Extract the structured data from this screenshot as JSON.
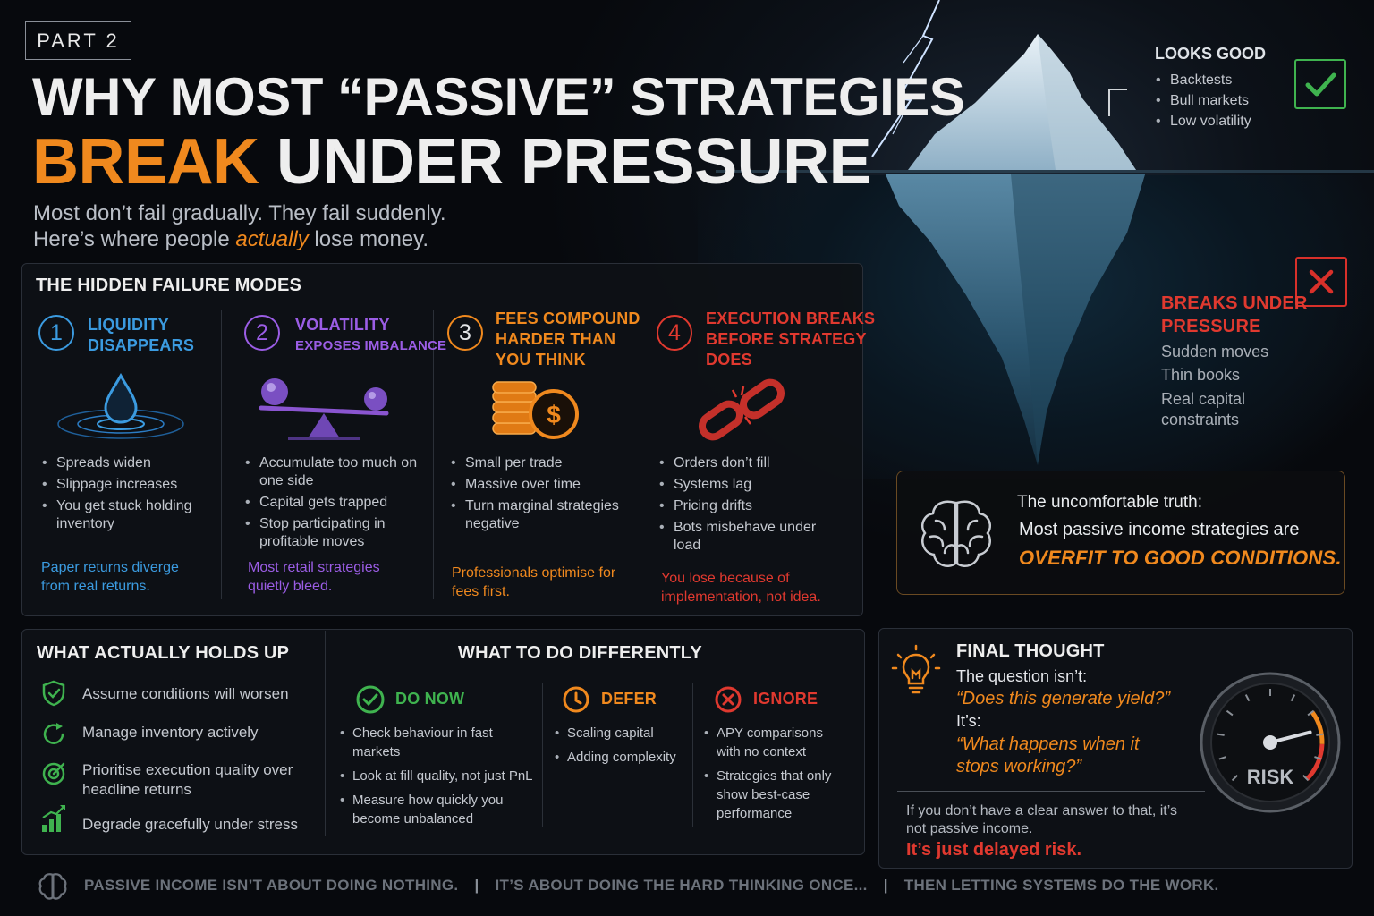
{
  "header": {
    "part": "PART 2",
    "title_line1": "WHY MOST “PASSIVE” STRATEGIES",
    "title_line2_highlight": "BREAK",
    "title_line2_rest": "UNDER PRESSURE",
    "subtitle_line1": "Most don’t fail gradually. They fail suddenly.",
    "subtitle_line2_pre": "Here’s where people ",
    "subtitle_line2_em": "actually",
    "subtitle_line2_post": " lose money."
  },
  "iceberg": {
    "looks_good_title": "LOOKS GOOD",
    "looks_good_items": [
      "Backtests",
      "Bull markets",
      "Low volatility"
    ],
    "breaks_title_1": "BREAKS UNDER",
    "breaks_title_2": "PRESSURE",
    "breaks_items": [
      "Sudden moves",
      "Thin books",
      "Real capital",
      "constraints"
    ]
  },
  "failure_modes": {
    "title": "THE HIDDEN FAILURE MODES",
    "columns": [
      {
        "number": "1",
        "head_1": "LIQUIDITY",
        "head_2": "DISAPPEARS",
        "head_3": "",
        "icon": "water-drop-icon",
        "bullets": [
          "Spreads widen",
          "Slippage increases",
          "You get stuck holding inventory"
        ],
        "note": "Paper returns diverge from real returns.",
        "color": "#3b9be0"
      },
      {
        "number": "2",
        "head_1": "VOLATILITY",
        "head_2": "EXPOSES IMBALANCE",
        "head_3": "",
        "icon": "seesaw-icon",
        "bullets": [
          "Accumulate too much on one side",
          "Capital gets trapped",
          "Stop participating in profitable moves"
        ],
        "note": "Most retail strategies quietly bleed.",
        "color": "#9b5de5"
      },
      {
        "number": "3",
        "head_1": "FEES COMPOUND",
        "head_2": "HARDER THAN",
        "head_3": "YOU THINK",
        "icon": "coins-icon",
        "bullets": [
          "Small per trade",
          "Massive over time",
          "Turn marginal strategies negative"
        ],
        "note": "Professionals optimise for fees first.",
        "color": "#f0891e"
      },
      {
        "number": "4",
        "head_1": "EXECUTION BREAKS",
        "head_2": "BEFORE STRATEGY",
        "head_3": "DOES",
        "icon": "broken-chain-icon",
        "bullets": [
          "Orders don’t fill",
          "Systems lag",
          "Pricing drifts",
          "Bots misbehave under load"
        ],
        "note": "You lose because of implementation, not idea.",
        "color": "#e0392f"
      }
    ]
  },
  "truth": {
    "line1": "The uncomfortable truth:",
    "line2": "Most passive income strategies are",
    "line3": "OVERFIT TO GOOD CONDITIONS."
  },
  "holds_up": {
    "title": "WHAT ACTUALLY HOLDS UP",
    "items": [
      "Assume conditions will worsen",
      "Manage inventory actively",
      "Prioritise execution quality over headline returns",
      "Degrade gracefully under stress"
    ]
  },
  "do_differently": {
    "title": "WHAT TO DO DIFFERENTLY",
    "do_now": {
      "label": "DO NOW",
      "items": [
        "Check behaviour in fast markets",
        "Look at fill quality, not just PnL",
        "Measure how quickly you become unbalanced"
      ]
    },
    "defer": {
      "label": "DEFER",
      "items": [
        "Scaling capital",
        "Adding complexity"
      ]
    },
    "ignore": {
      "label": "IGNORE",
      "items": [
        "APY comparisons with no context",
        "Strategies that only show best-case performance"
      ]
    }
  },
  "final": {
    "title": "FINAL THOUGHT",
    "q1": "The question isn’t:",
    "q2": "“Does this generate yield?”",
    "its": "It’s:",
    "q3": "“What happens when it stops working?”",
    "small": "If you don’t have a clear answer to that, it’s not passive income.",
    "red": "It’s just delayed risk.",
    "gauge_label": "RISK",
    "gauge_level": 0.78
  },
  "footer": {
    "part1": "PASSIVE INCOME ISN’T ABOUT DOING NOTHING.",
    "part2": "IT’S ABOUT DOING THE HARD THINKING ONCE...",
    "part3": "THEN LETTING SYSTEMS DO THE WORK.",
    "sep": "|"
  },
  "colors": {
    "accent_orange": "#f0891e",
    "red": "#e0392f",
    "green": "#3fb34f",
    "blue": "#3b9be0",
    "purple": "#9b5de5"
  }
}
